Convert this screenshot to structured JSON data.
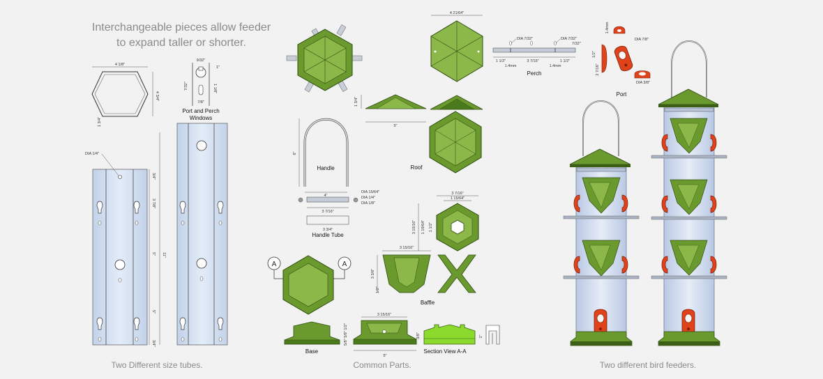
{
  "headline": {
    "line1": "Interchangeable pieces allow feeder",
    "line2": "to expand taller or shorter."
  },
  "captions": {
    "tubes": "Two Different size tubes.",
    "common": "Common Parts.",
    "feeders": "Two different bird feeders."
  },
  "labels": {
    "port_perch_windows_1": "Port and Perch",
    "port_perch_windows_2": "Windows",
    "handle": "Handle",
    "roof": "Roof",
    "handle_tube": "Handle Tube",
    "baffle": "Baffle",
    "base": "Base",
    "section_view": "Section View A-A",
    "perch": "Perch",
    "port": "Port",
    "section_marker": "A"
  },
  "dimensions": {
    "hex_width": "4 1/8\"",
    "hex_side": "4 3/4\"",
    "hex_small": "1 3/4\"",
    "window_w": "9/32\"",
    "window_d": "1\"",
    "window_h": "1 1/8\"",
    "window_small": "7/32\"",
    "window_base": "7/8\"",
    "dia_quarter": "DIA 1/4\"",
    "tube1_a": "3/4\"",
    "tube1_b": "3 7/8\"",
    "tube1_c": "5\"",
    "tube1_d": "5\"",
    "tube1_e": "3/4\"",
    "tube1_total": "11\"",
    "roof_width": "4 21/64\"",
    "roof_height": "1 3/4\"",
    "roof_side": "5\"",
    "perch_dia1": "DIA 7/32\"",
    "perch_dia2": "DIA 7/32\"",
    "perch_a": "1 1/2\"",
    "perch_b": "3 7/16\"",
    "perch_c": "1 1/2\"",
    "perch_d": "1.4mm",
    "perch_e": "1.4mm",
    "perch_f": "7/32\"",
    "port_a": "1/2\"",
    "port_b": "2 7/16\"",
    "port_c": "DIA 7/8\"",
    "port_d": "DIA 3/8\"",
    "port_e": "1.4mm",
    "handle_h": "6\"",
    "handle_w": "4\"",
    "ht_dia1": "DIA 15/64\"",
    "ht_dia2": "DIA 1/4\"",
    "ht_dia3": "DIA 1/8\"",
    "ht_len1": "3 7/16\"",
    "ht_len2": "3 3/4\"",
    "baffle_w1": "3 7/16\"",
    "baffle_w2": "1 15/64\"",
    "baffle_h1": "3 15/16\"",
    "baffle_h2": "1 19/64\"",
    "baffle_h3": "1 1/2\"",
    "baffle_w3": "3 15/16\"",
    "baffle_h4": "3 3/8\"",
    "baffle_h5": "1/2\"",
    "base_h": "5/8\" 5/8\" 1/2\"",
    "base_w1": "3 15/16\"",
    "base_w2": "5\"",
    "section_h": "3/8\"",
    "section_small": "1\""
  },
  "colors": {
    "green": "#6a9a2e",
    "green_light": "#8cb84a",
    "green_dark": "#3d5e17",
    "tube": "#cfdcf0",
    "orange": "#e0421c",
    "caption": "#8a8a8a"
  }
}
